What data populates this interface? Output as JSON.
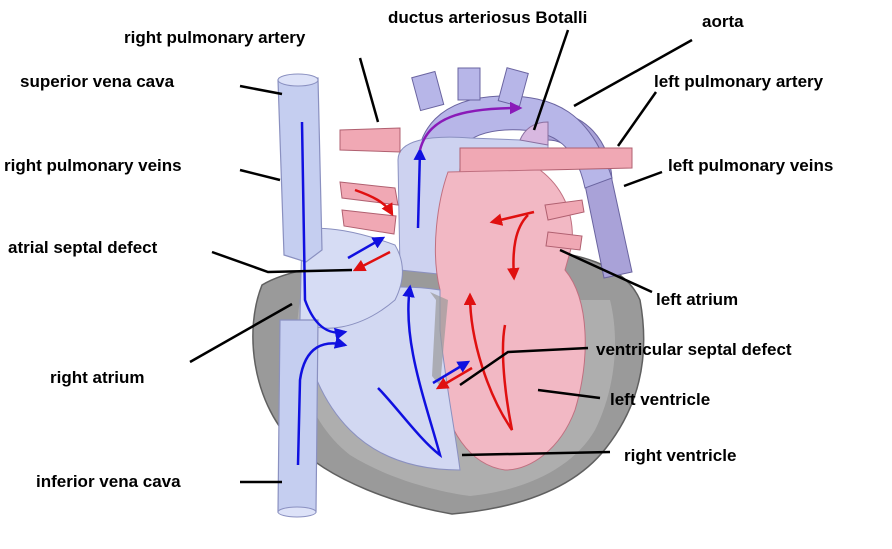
{
  "labels": {
    "right_pulmonary_artery": "right pulmonary artery",
    "ductus": "ductus arteriosus Botalli",
    "aorta": "aorta",
    "superior_vena_cava": "superior vena cava",
    "left_pulmonary_artery": "left pulmonary artery",
    "right_pulmonary_veins": "right pulmonary veins",
    "left_pulmonary_veins": "left pulmonary veins",
    "atrial_septal_defect": "atrial septal defect",
    "left_atrium": "left atrium",
    "ventricular_septal_defect": "ventricular septal defect",
    "right_atrium": "right atrium",
    "left_ventricle": "left ventricle",
    "right_ventricle": "right ventricle",
    "inferior_vena_cava": "inferior vena cava"
  },
  "colors": {
    "deoxygenated_flow": "#1010e0",
    "oxygenated_flow": "#e01010",
    "mixed_flow": "#8a1ab8",
    "venous_vessel": "#c5cef0",
    "arterial_vessel": "#f0b0bc",
    "myocardium": "#9a9a9a",
    "leader_line": "#000000"
  }
}
